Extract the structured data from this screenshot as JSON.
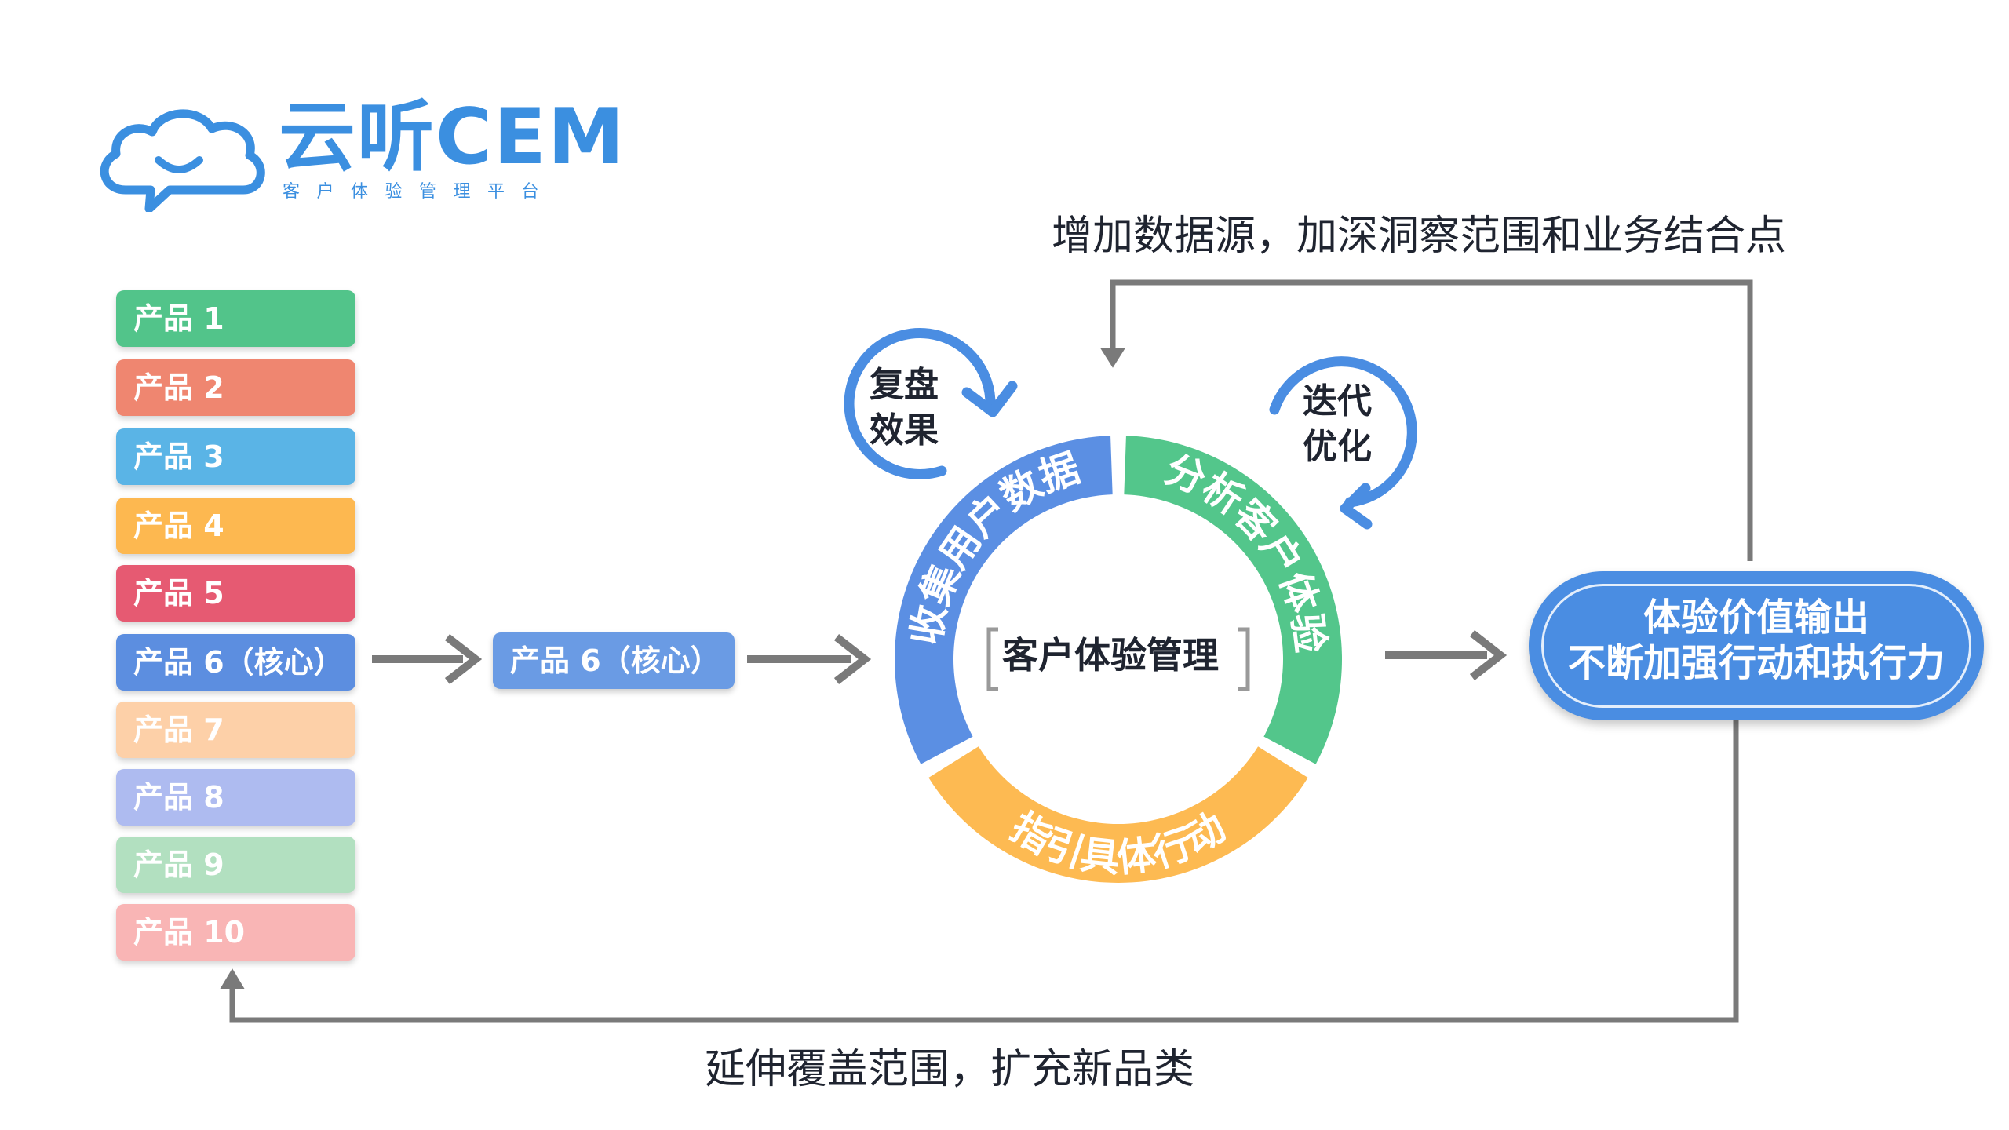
{
  "logo": {
    "name": "云听CEM",
    "subtitle": "客户体验管理平台"
  },
  "products": [
    {
      "label": "产品 1",
      "color": "#52c48a"
    },
    {
      "label": "产品 2",
      "color": "#ef8670"
    },
    {
      "label": "产品 3",
      "color": "#5ab4e6"
    },
    {
      "label": "产品 4",
      "color": "#fdb850"
    },
    {
      "label": "产品 5",
      "color": "#e65a72"
    },
    {
      "label": "产品 6（核心）",
      "color": "#5c8ee0"
    },
    {
      "label": "产品 7",
      "color": "#fdd0a8"
    },
    {
      "label": "产品 8",
      "color": "#aebbf0"
    },
    {
      "label": "产品 9",
      "color": "#b2e0c0"
    },
    {
      "label": "产品 10",
      "color": "#f9b5b5"
    }
  ],
  "core_product": {
    "label": "产品 6（核心）",
    "color": "#6a9be4"
  },
  "cycle": {
    "center": "客户体验管理",
    "segment_collect": "收集用户数据",
    "segment_analyze": "分析客户体验",
    "segment_guide": "指引具体行动",
    "colors": {
      "collect": "#5b8fe3",
      "analyze": "#53c68b",
      "guide": "#fdba52"
    }
  },
  "loops": {
    "review": [
      "复盘",
      "效果"
    ],
    "iterate": [
      "迭代",
      "优化"
    ]
  },
  "result": {
    "line1": "体验价值输出",
    "line2": "不断加强行动和执行力"
  },
  "captions": {
    "top": "增加数据源，加深洞察范围和业务结合点",
    "bottom": "延伸覆盖范围，扩充新品类"
  }
}
